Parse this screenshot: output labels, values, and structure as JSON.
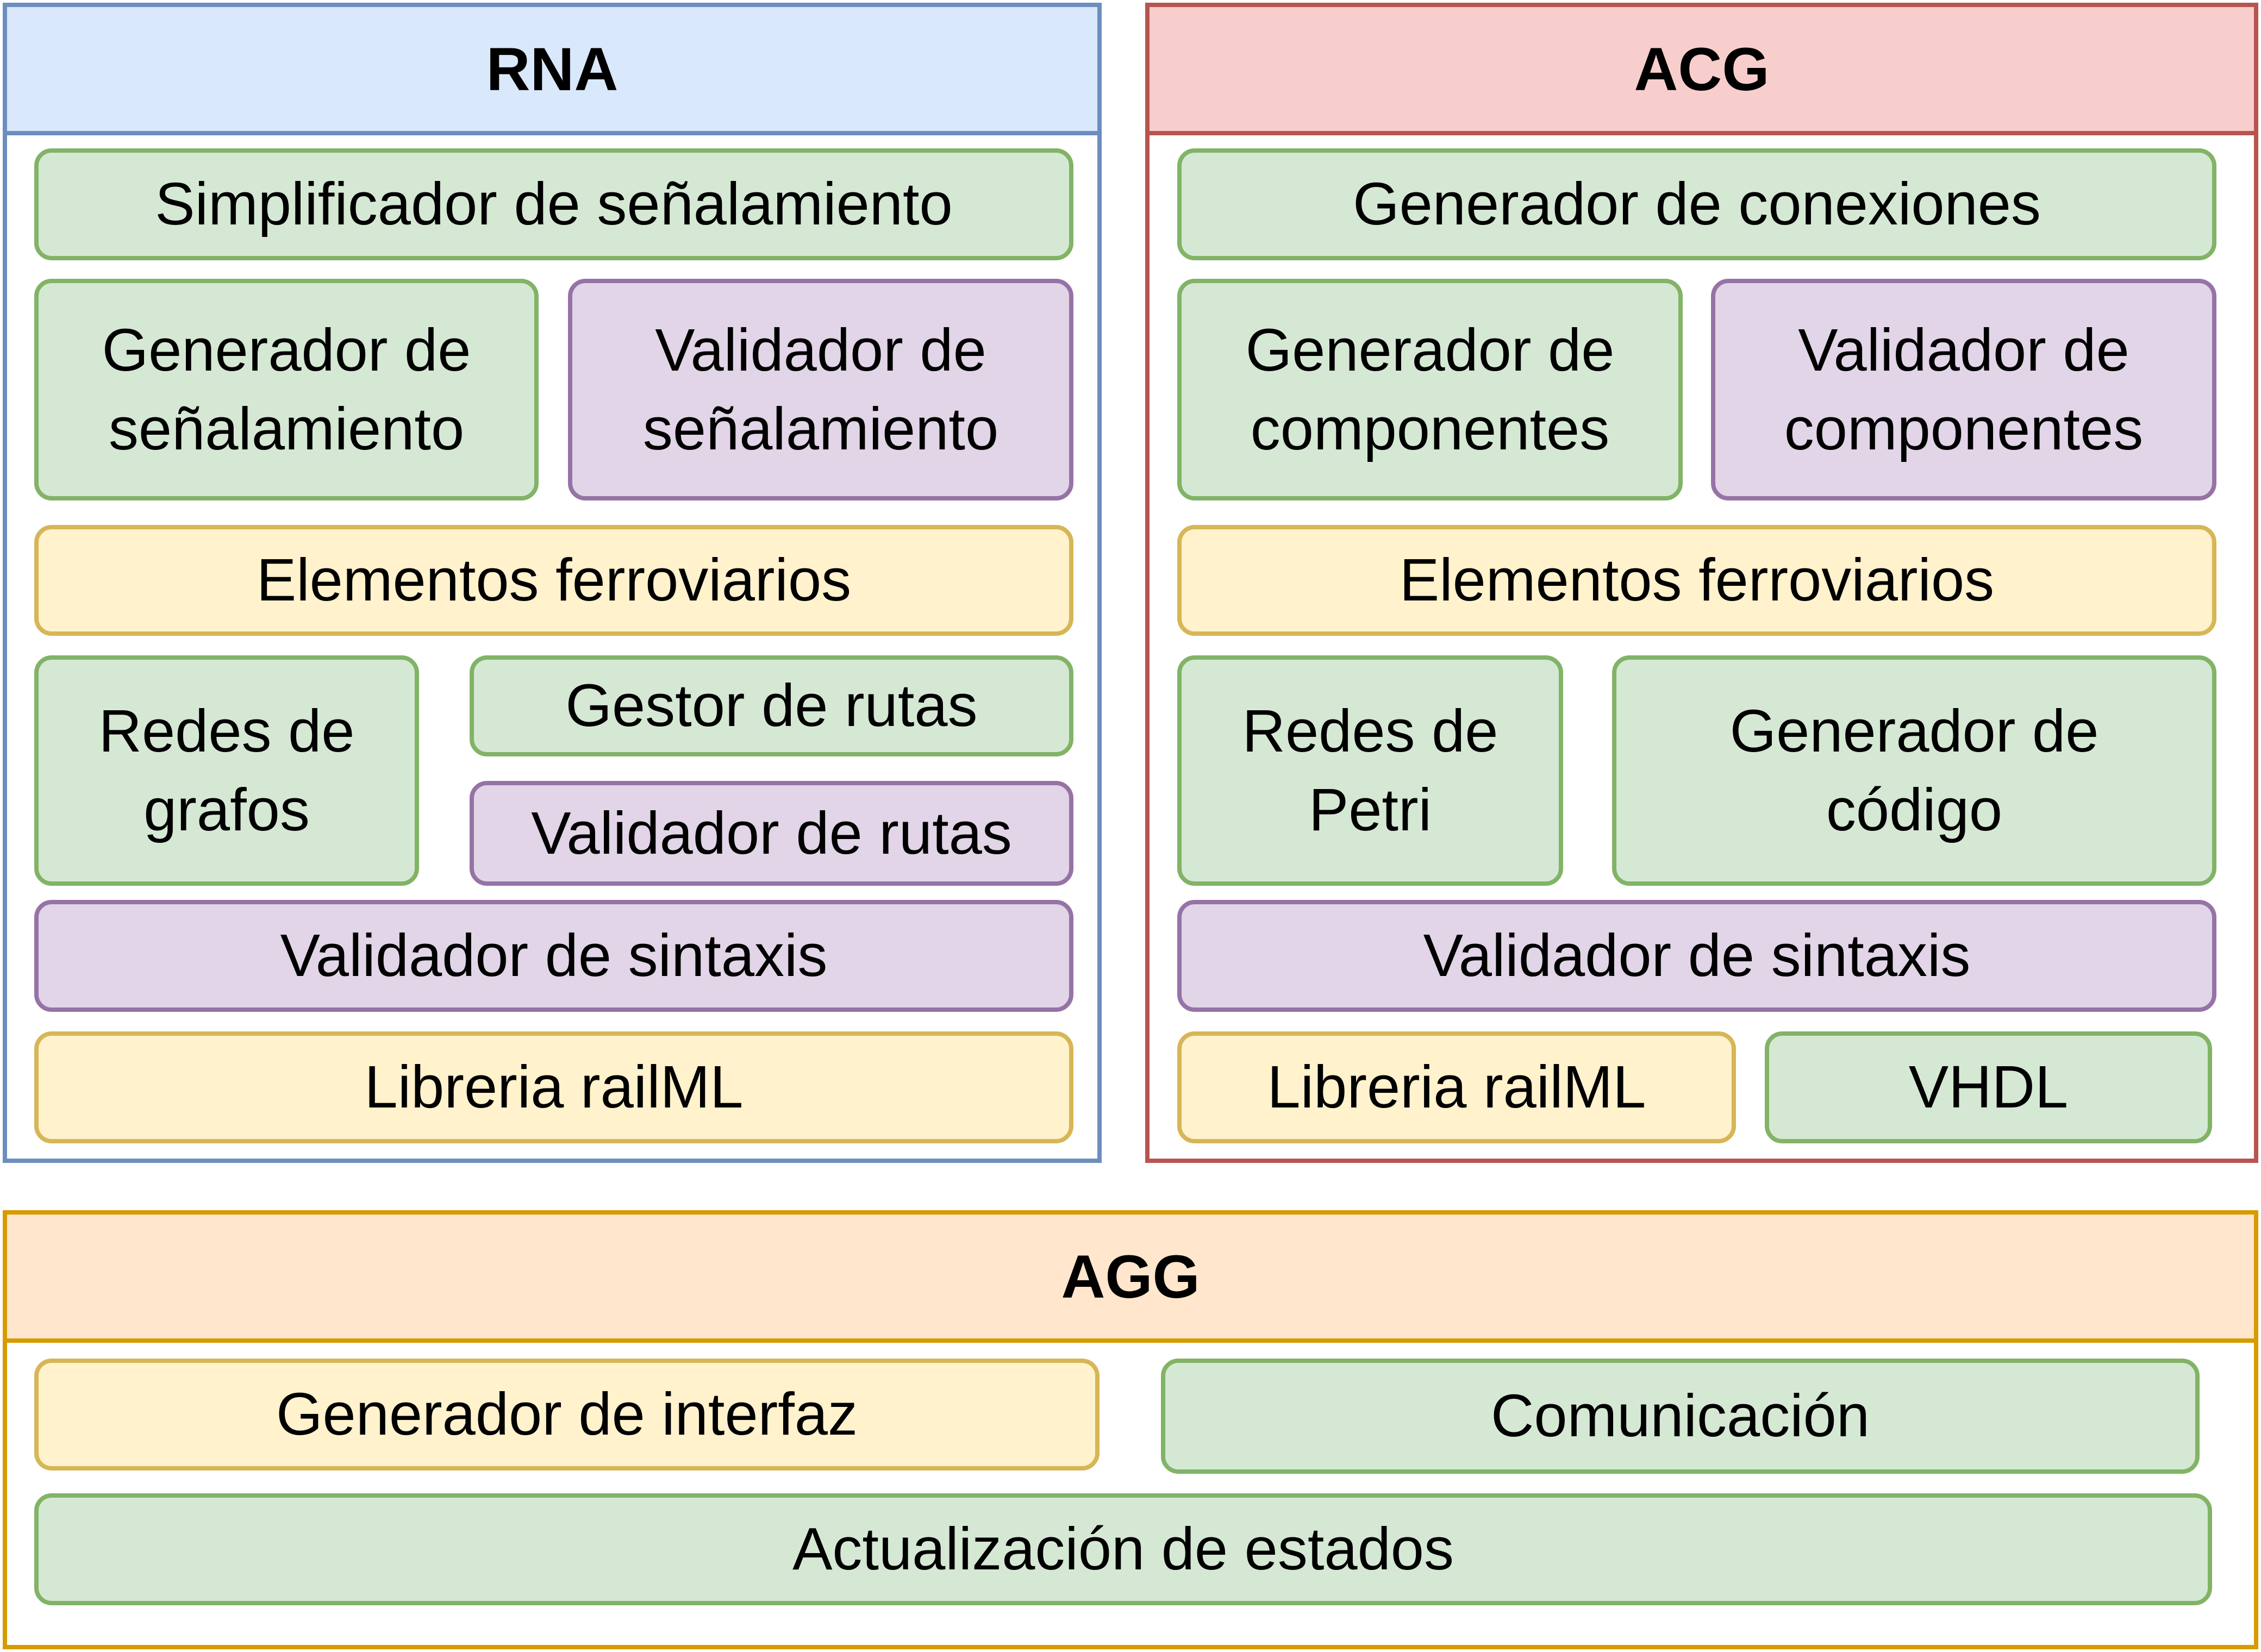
{
  "panels": {
    "rna": {
      "title": "RNA",
      "colors": {
        "border": "#6c8ebf",
        "header": "#dae8fc"
      },
      "modules": {
        "simplificador": "Simplificador de señalamiento",
        "gen_senal": "Generador de\nseñalamiento",
        "val_senal": "Validador de\nseñalamiento",
        "elementos": "Elementos ferroviarios",
        "redes_grafos": "Redes de\ngrafos",
        "gestor_rutas": "Gestor de rutas",
        "val_rutas": "Validador de rutas",
        "val_sintaxis": "Validador de sintaxis",
        "libreria": "Libreria railML"
      }
    },
    "acg": {
      "title": "ACG",
      "colors": {
        "border": "#b85450",
        "header": "#f8cecc"
      },
      "modules": {
        "gen_conexiones": "Generador de conexiones",
        "gen_componentes": "Generador de\ncomponentes",
        "val_componentes": "Validador de\ncomponentes",
        "elementos": "Elementos ferroviarios",
        "redes_petri": "Redes de\nPetri",
        "gen_codigo": "Generador de\ncódigo",
        "val_sintaxis": "Validador de sintaxis",
        "libreria": "Libreria railML",
        "vhdl": "VHDL"
      }
    },
    "agg": {
      "title": "AGG",
      "colors": {
        "border": "#d79b00",
        "header": "#ffe6cc"
      },
      "modules": {
        "gen_interfaz": "Generador de interfaz",
        "comunicacion": "Comunicación",
        "actualizacion": "Actualización de estados"
      }
    }
  },
  "box_colors": {
    "green": {
      "fill": "#d5e8d4",
      "border": "#82b366"
    },
    "purple": {
      "fill": "#e1d5e7",
      "border": "#9673a6"
    },
    "yellow": {
      "fill": "#fff2cc",
      "border": "#d6b656"
    }
  }
}
